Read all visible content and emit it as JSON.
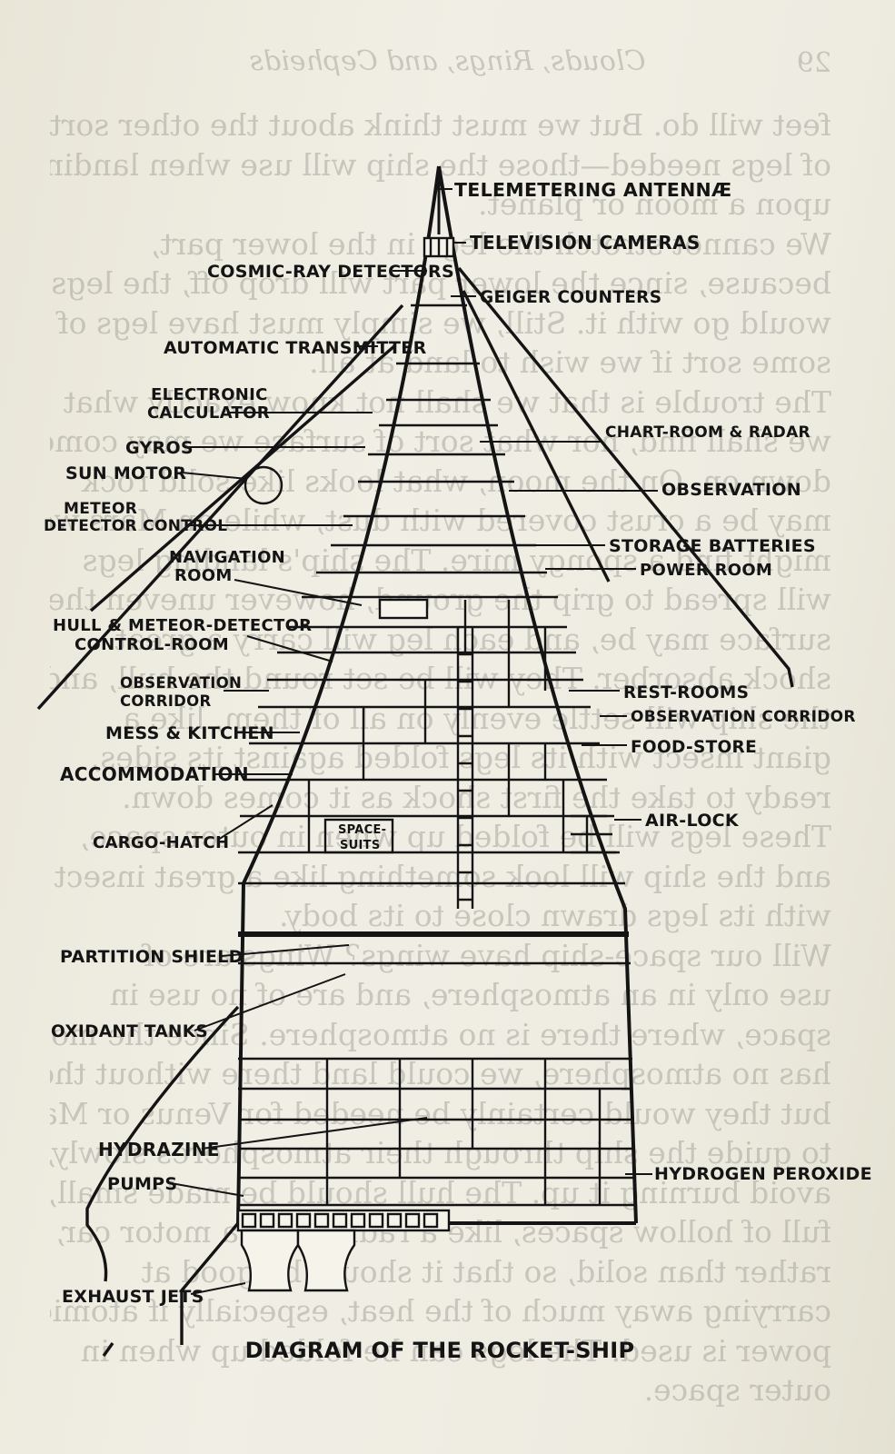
{
  "bleed_through": {
    "running_head": "Clouds, Rings, and Cepheids",
    "page_number": "29",
    "lines": [
      "feet will do. But we must think about the other sort",
      "of legs needed—those the ship will use when landing",
      "upon a moon or planet.",
      "We cannot stretch the legs in the lower part,",
      "because, since the lower part will drop off, the legs",
      "would go with it. Still, we simply must have legs of",
      "some sort if we wish to land at all.",
      "The trouble is that we shall not know exactly what",
      "we shall find, nor what sort of surface we may come",
      "down on. On the moon, what looks like solid rock",
      "may be a crust covered with dust, while on Mars we",
      "might find a spongy mire. The ship's landing legs",
      "will spread to grip the ground, however uneven the",
      "surface may be, and each leg will carry a great",
      "shock absorber. They will be set round the hull, and",
      "the ship will settle evenly on all of them, like a",
      "giant insect with its legs folded against its sides,",
      "ready to take the first shock as it comes down.",
      "These legs will be folded up when in outer space,",
      "and the ship will look something like a great insect",
      "with its legs drawn close to its body.",
      "Will our space-ship have wings? Wings are of",
      "use only in an atmosphere, and are of no use in",
      "space, where there is no atmosphere. Since the moon",
      "has no atmosphere, we could land there without them,",
      "but they would certainly be needed for Venus or Mars",
      "to guide the ship through their atmospheres slowly, to",
      "avoid burning it up. The hull should be made small,",
      "full of hollow spaces, like a radiator of a motor car,",
      "rather than solid, so that it should be good at",
      "carrying away much of the heat, especially if atomic",
      "power is used. The legs can be folded up when in",
      "outer space."
    ]
  },
  "labels": {
    "telemetering_antennae": "TELEMETERING ANTENNÆ",
    "television_cameras": "TELEVISION CAMERAS",
    "cosmic_ray_detectors": "COSMIC-RAY DETECTORS",
    "geiger_counters": "GEIGER COUNTERS",
    "automatic_transmitter": "AUTOMATIC TRANSMITTER",
    "electronic_calculator_1": "ELECTRONIC",
    "electronic_calculator_2": "CALCULATOR",
    "gyros": "GYROS",
    "sun_motor": "SUN MOTOR",
    "meteor_detector_control_1": "METEOR",
    "meteor_detector_control_2": "DETECTOR CONTROL",
    "navigation_room_1": "NAVIGATION",
    "navigation_room_2": "ROOM",
    "chart_room_radar": "CHART-ROOM & RADAR",
    "observation": "OBSERVATION",
    "storage_batteries": "STORAGE BATTERIES",
    "power_room": "POWER ROOM",
    "hull_meteor_detector_1": "HULL & METEOR-DETECTOR",
    "hull_meteor_detector_2": "CONTROL-ROOM",
    "observation_corridor_left_1": "OBSERVATION",
    "observation_corridor_left_2": "CORRIDOR",
    "rest_rooms": "REST-ROOMS",
    "observation_corridor_right": "OBSERVATION CORRIDOR",
    "mess_kitchen": "MESS & KITCHEN",
    "food_store": "FOOD-STORE",
    "accommodation": "ACCOMMODATION",
    "space_suits_1": "SPACE-",
    "space_suits_2": "SUITS",
    "cargo_hatch": "CARGO-HATCH",
    "air_lock": "AIR-LOCK",
    "partition_shield": "PARTITION SHIELD",
    "oxidant_tanks": "OXIDANT TANKS",
    "hydrazine": "HYDRAZINE",
    "pumps": "PUMPS",
    "hydrogen_peroxide": "HYDROGEN PEROXIDE",
    "exhaust_jets": "EXHAUST JETS"
  },
  "caption": "DIAGRAM OF THE ROCKET-SHIP",
  "colors": {
    "ink": "#141414",
    "paper": "#efede2",
    "bleed": "#a9a69e"
  }
}
